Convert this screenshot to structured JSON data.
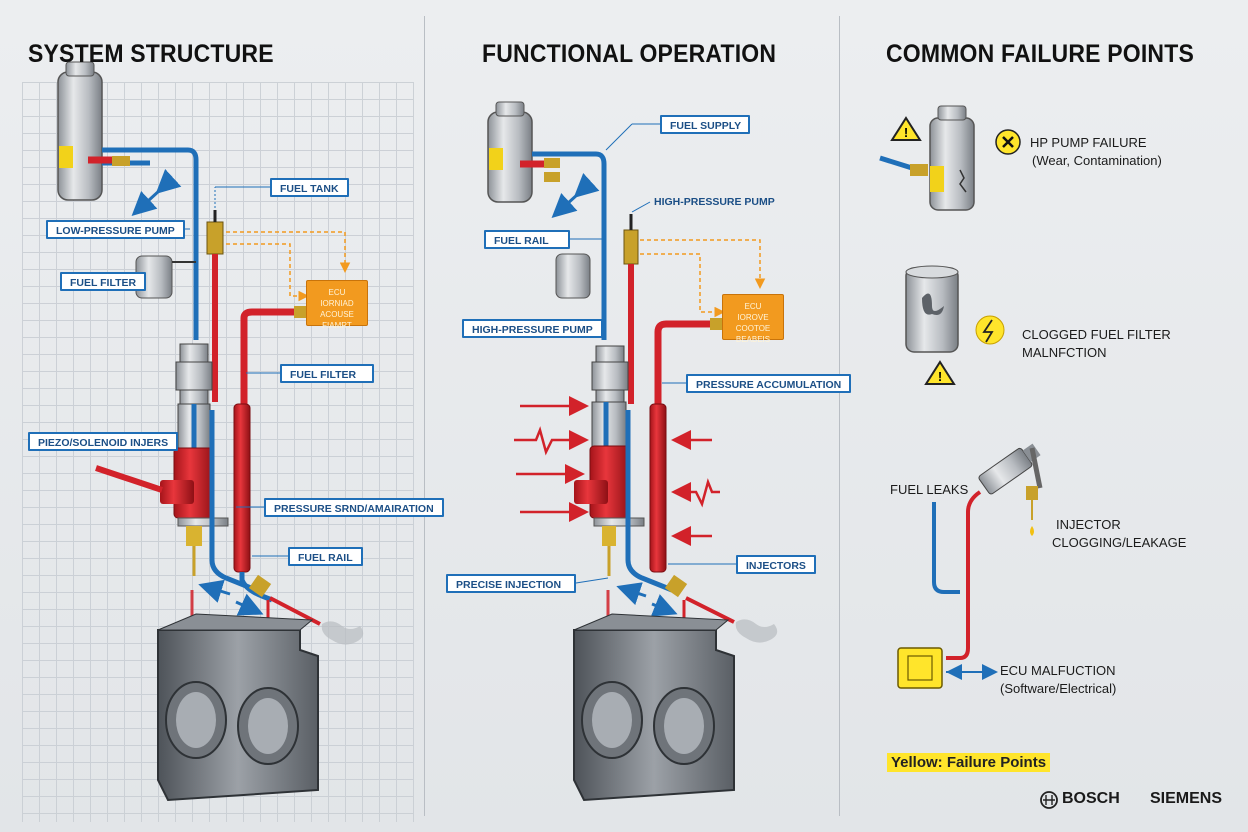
{
  "panels": {
    "structure": {
      "title": "SYSTEM STRUCTURE",
      "labels": {
        "fuel_tank": "FUEL TANK",
        "low_pressure_pump": "LOW-PRESSURE PUMP",
        "fuel_filter_left": "FUEL FILTER",
        "fuel_filter_right": "FUEL FILTER",
        "piezo_injectors": "PIEZO/SOLENOID INJERS",
        "pressure_sensor": "PRESSURE SRND/AMAIRATION",
        "fuel_rail": "FUEL RAIL"
      },
      "ecu": [
        "ECU",
        "IORNIAD ACOUSE",
        "FIAMRT"
      ]
    },
    "operation": {
      "title": "FUNCTIONAL OPERATION",
      "labels": {
        "fuel_supply": "FUEL SUPPLY",
        "high_pressure_pump_top": "HIGH-PRESSURE PUMP",
        "fuel_rail": "FUEL RAIL",
        "high_pressure_pump_bottom": "HIGH-PRESSURE PUMP",
        "pressure_accumulation": "PRESSURE ACCUMULATION",
        "injectors": "INJECTORS",
        "precise_injection": "PRECISE INJECTION"
      },
      "ecu": [
        "ECU",
        "IOROVE COOTOE",
        "BEABEIS"
      ]
    },
    "failures": {
      "title": "COMMON FAILURE POINTS",
      "items": {
        "hp_pump": {
          "title": "HP PUMP FAILURE",
          "detail": "(Wear, Contamination)"
        },
        "filter": {
          "line1": "CLOGGED FUEL FILTER",
          "line2": "MALNFCTION"
        },
        "leaks": {
          "title": "FUEL LEAKS"
        },
        "injector": {
          "line1": "INJECTOR",
          "line2": "CLOGGING/LEAKAGE"
        },
        "ecu": {
          "title": "ECU MALFUCTION",
          "detail": "(Software/Electrical)"
        }
      },
      "legend": "Yellow: Failure Points"
    }
  },
  "brands": {
    "left": "BOSCH",
    "right": "SIEMENS"
  },
  "colors": {
    "accent_blue": "#1f6fb8",
    "fuel_red": "#d2222a",
    "ecu_orange": "#f29a1f",
    "failure_yellow": "#ffe52b"
  }
}
